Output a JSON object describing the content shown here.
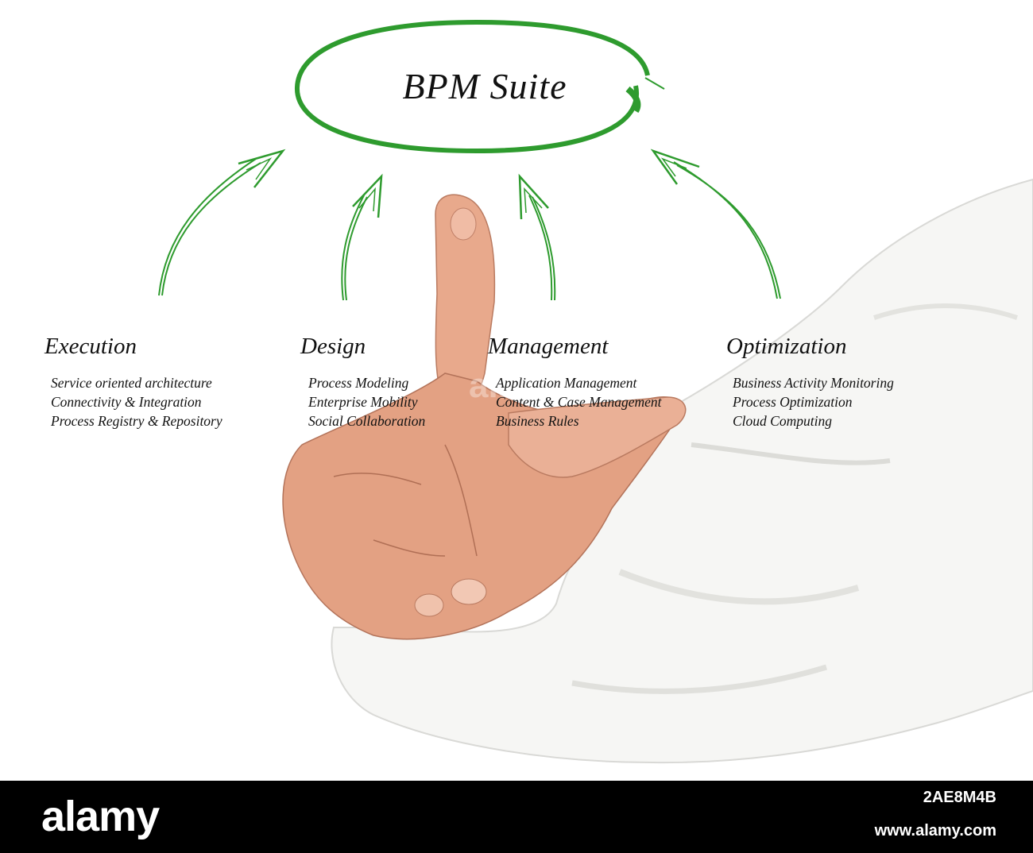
{
  "diagram": {
    "title": "BPM Suite",
    "accent_color": "#2e9b2e",
    "columns": [
      {
        "heading": "Execution",
        "items": [
          "Service oriented  architecture",
          "Connectivity & Integration",
          "Process Registry & Repository"
        ]
      },
      {
        "heading": "Design",
        "items": [
          "Process Modeling",
          "Enterprise Mobility",
          "Social Collaboration"
        ]
      },
      {
        "heading": "Management",
        "items": [
          "Application Management",
          "Content & Case Management",
          "Business Rules"
        ]
      },
      {
        "heading": "Optimization",
        "items": [
          "Business Activity Monitoring",
          "Process Optimization",
          "Cloud Computing"
        ]
      }
    ]
  },
  "footer": {
    "logo_text": "alamy",
    "image_id": "2AE8M4B",
    "website": "www.alamy.com",
    "background": "#000000"
  },
  "watermark": "alamy"
}
